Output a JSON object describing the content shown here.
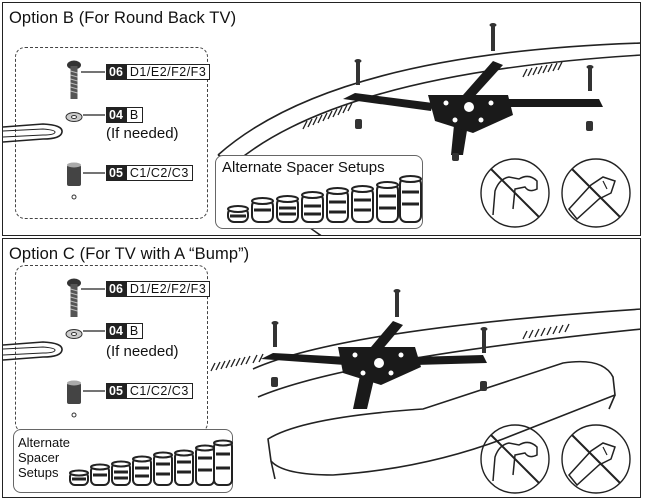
{
  "options": [
    {
      "title": "Option B (For Round Back TV)",
      "screw_tag": {
        "num": "06",
        "value": "D1/E2/F2/F3"
      },
      "washer_tag": {
        "num": "04",
        "value": "B"
      },
      "if_needed": "(If needed)",
      "spacer_tag": {
        "num": "05",
        "value": "C1/C2/C3"
      },
      "alt_label": "Alternate Spacer Setups"
    },
    {
      "title": "Option C (For TV with A “Bump”)",
      "screw_tag": {
        "num": "06",
        "value": "D1/E2/F2/F3"
      },
      "washer_tag": {
        "num": "04",
        "value": "B"
      },
      "if_needed": "(If needed)",
      "spacer_tag": {
        "num": "05",
        "value": "C1/C2/C3"
      },
      "alt_label_lines": [
        "Alternate",
        "Spacer",
        "Setups"
      ]
    }
  ],
  "icons": [
    "no-power-tool-icon",
    "no-overtighten-arm-icon",
    "mounting-bracket-diagram",
    "screw-icon",
    "washer-icon",
    "spacer-icon"
  ]
}
